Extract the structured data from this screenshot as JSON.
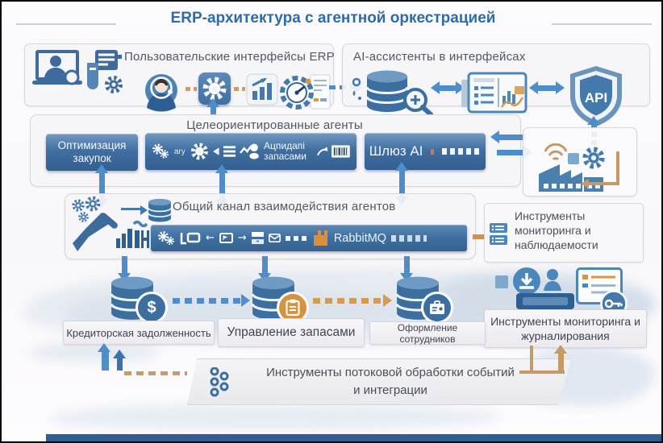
{
  "title": "ERP-архитектура с агентной оркестрацией",
  "user_interfaces": {
    "title": "Пользовательские интерфейсы ERP"
  },
  "ai_assistants": {
    "title": "AI-ассистенты в интерфейсах",
    "api_label": "API"
  },
  "agents": {
    "title": "Целеориентированные агенты",
    "procurement_label": "Оптимизация закупок",
    "inventory_icon_text": "ary",
    "inventory_label": "Ацпидапі запасами",
    "gateway_label": "Шлюз AI"
  },
  "channel": {
    "title": "Общий канал взаимодействия агентов",
    "bus_label": "RabbitMQ"
  },
  "monitoring": {
    "observability_label": "Инструменты мониторинга и наблюдаемости",
    "logging_label": "Инструменты мониторинга и журналирования"
  },
  "databases": [
    {
      "label": "Кредиторская задолженность",
      "badge_glyph": "$"
    },
    {
      "label": "Управление запасами"
    },
    {
      "label": "Оформление сотрудников"
    }
  ],
  "streaming": {
    "line1": "Инструменты потоковой обработки событий",
    "line2": "и интеграции"
  },
  "colors": {
    "title_blue": "#2f6ba6",
    "box_blue": "#3f6fa3",
    "arrow_blue": "#4e8dc9",
    "accent_orange": "#cf8f4e",
    "db_blue": "#3c6f9f"
  }
}
